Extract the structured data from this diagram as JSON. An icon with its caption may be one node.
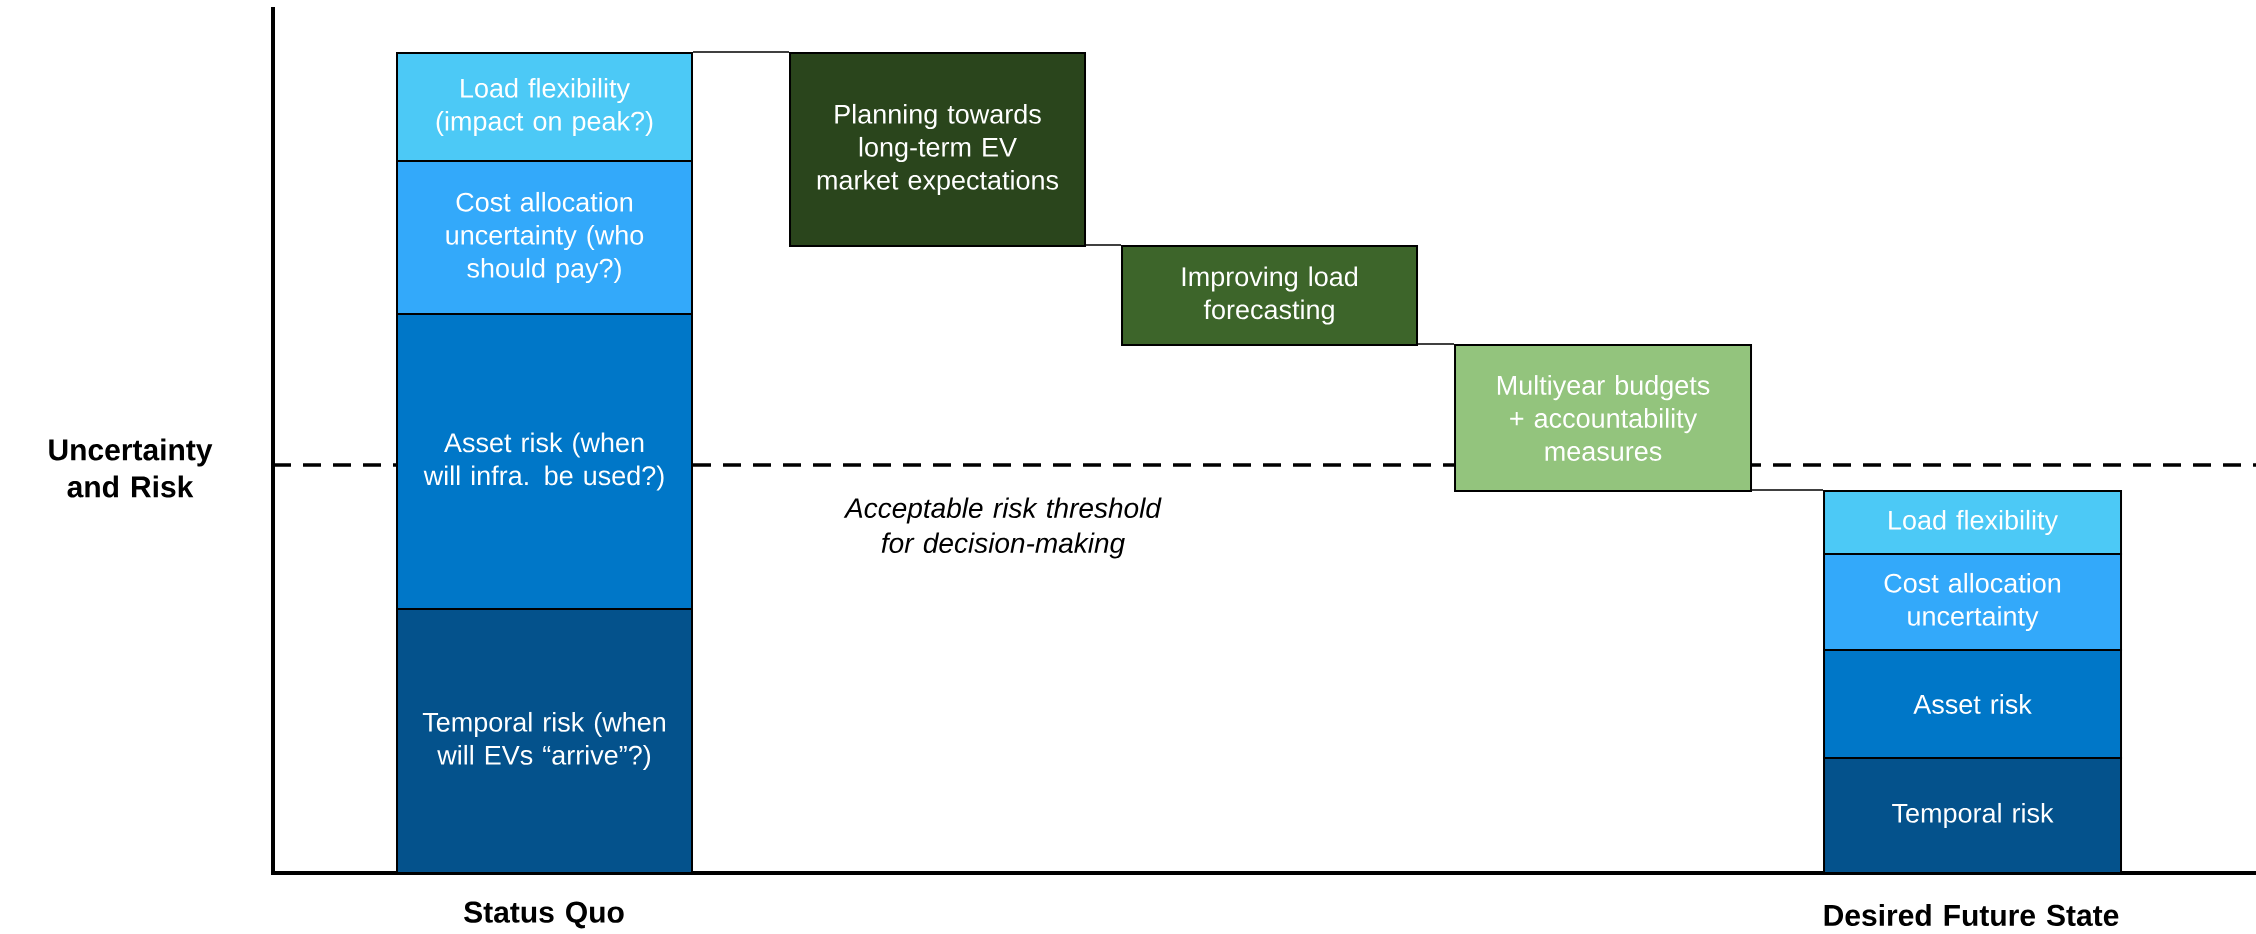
{
  "diagram": {
    "nodes": [
      {
        "text": [
          "Load flexibility (impact on peak?)"
        ]
      },
      {
        "text": [
          "Cost allocation uncertainty (who should pay?)"
        ]
      },
      {
        "text": [
          "Asset risk (when will infra. be used?)"
        ]
      },
      {
        "text": [
          "Temporal risk (when will EVs “arrive”?)"
        ]
      },
      {
        "text": [
          "Planning towards long-term EV market expectations"
        ]
      },
      {
        "text": [
          "Improving load forecasting"
        ]
      },
      {
        "text": [
          "Multiyear budgets + accountability measures"
        ]
      },
      {
        "text": [
          "Load flexibility"
        ]
      },
      {
        "text": [
          "Cost allocation uncertainty"
        ]
      },
      {
        "text": [
          "Asset risk"
        ]
      },
      {
        "text": [
          "Temporal risk"
        ]
      }
    ],
    "edges": [
      {
        "from": 0,
        "to": 4,
        "arrow": "none"
      },
      {
        "from": 4,
        "to": 5,
        "arrow": "none"
      },
      {
        "from": 5,
        "to": 6,
        "arrow": "none"
      },
      {
        "from": 6,
        "to": 7,
        "arrow": "none"
      }
    ],
    "labels": [
      "Uncertainty and Risk",
      "Acceptable risk threshold for decision-making",
      "Status Quo",
      "Desired Future State"
    ]
  }
}
